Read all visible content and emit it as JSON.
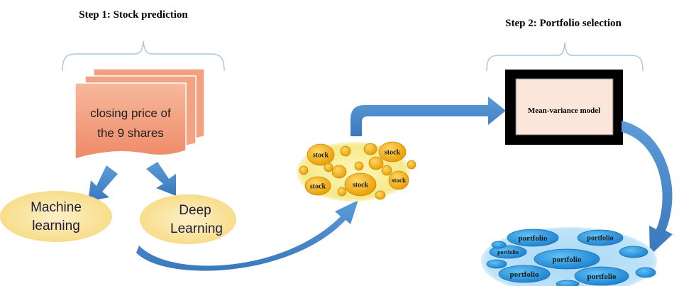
{
  "step1": {
    "title": "Step 1: Stock prediction",
    "input_label_line1": "closing price of",
    "input_label_line2": "the 9 shares",
    "ml_line1": "Machine",
    "ml_line2": "learning",
    "dl_line1": "Deep",
    "dl_line2": "Learning"
  },
  "stock_pool": {
    "bubble_label": "stock"
  },
  "step2": {
    "title": "Step 2: Portfolio selection",
    "model_label": "Mean-variance model"
  },
  "portfolio_pool": {
    "bubble_label": "portfolio"
  },
  "colors": {
    "arrow_blue": "#4a86c8",
    "doc_salmon": "#f4a484",
    "ellipse_yellow": "#fbe6a4",
    "stock_orange": "#f4b400",
    "portfolio_blue": "#3aa0e4",
    "model_fill": "#fbe6dc"
  }
}
